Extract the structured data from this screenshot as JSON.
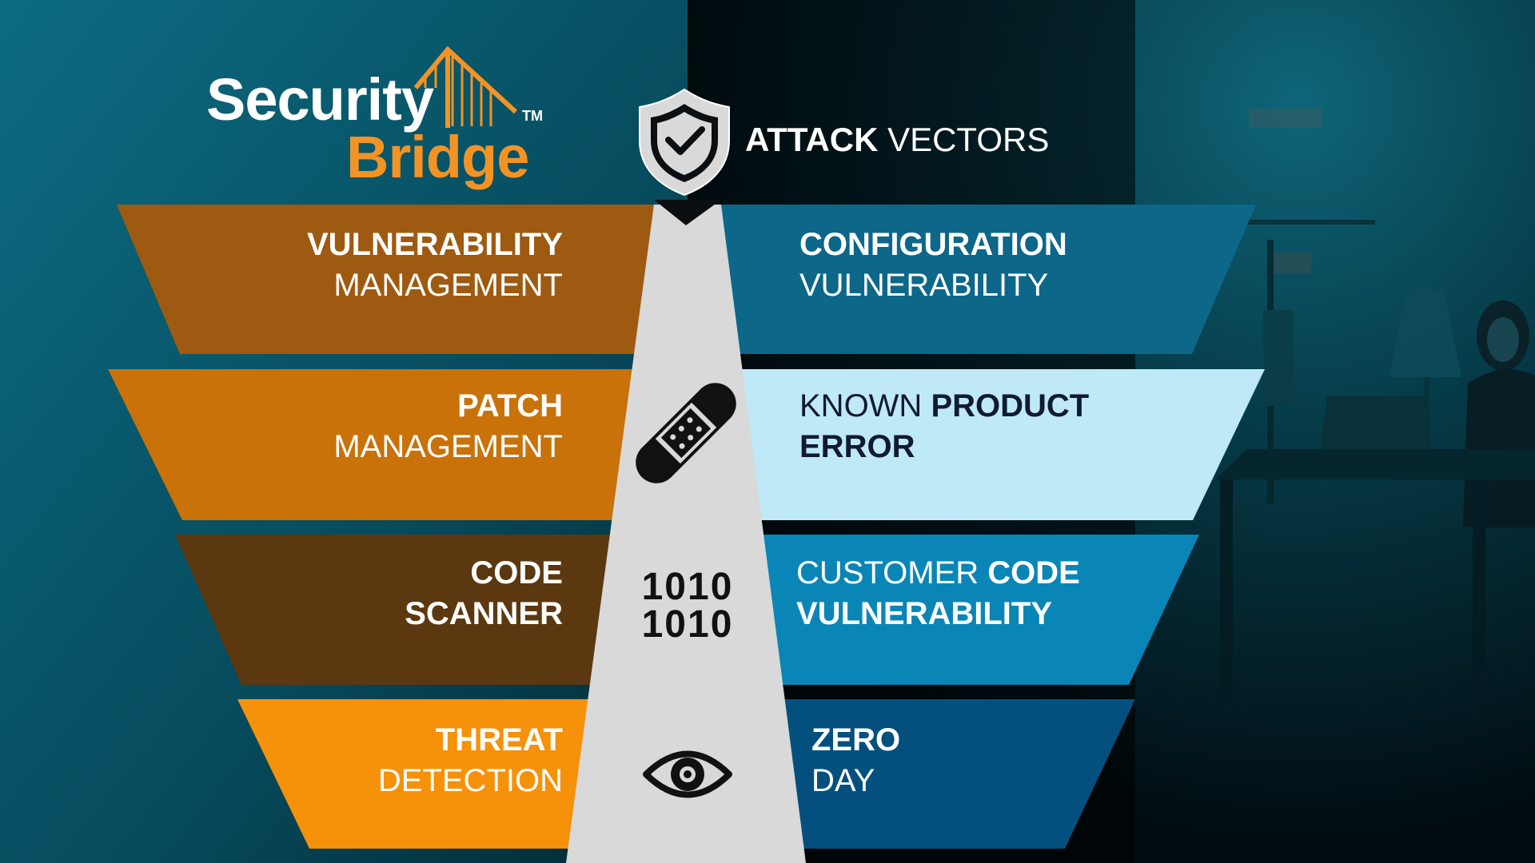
{
  "logo": {
    "word1": "Security",
    "word2": "Bridge",
    "trademark": "TM",
    "accent_color": "#f39325"
  },
  "header": {
    "title_bold": "ATTACK",
    "title_regular": "VECTORS",
    "icon": "shield-check-icon"
  },
  "left_bands": [
    {
      "line1": "VULNERABILITY",
      "line2": "MANAGEMENT",
      "color": "#9e5a10"
    },
    {
      "line1": "PATCH",
      "line2": "MANAGEMENT",
      "color": "#c97209"
    },
    {
      "line1": "CODE",
      "line2": "SCANNER",
      "color": "#5b3810"
    },
    {
      "line1": "THREAT",
      "line2": "DETECTION",
      "color": "#f6910a"
    }
  ],
  "right_bands": [
    {
      "line1": "CONFIGURATION",
      "line2": "VULNERABILITY",
      "color": "#0c6789"
    },
    {
      "line1_regular": "KNOWN",
      "line1_bold": "PRODUCT",
      "line2": "ERROR",
      "color": "#bfe9f6"
    },
    {
      "line1_regular": "CUSTOMER",
      "line1_bold": "CODE",
      "line2": "VULNERABILITY",
      "color": "#0a86b6"
    },
    {
      "line1": "ZERO",
      "line2": "DAY",
      "color": "#03507e"
    }
  ],
  "center_icons": {
    "band2": "bandage-icon",
    "band3": "binary-code-icon",
    "band3_line1": "1010",
    "band3_line2": "1010",
    "band4": "eye-icon"
  },
  "colors": {
    "center_column": "#d9d9d9",
    "icon_dark": "#111111"
  }
}
